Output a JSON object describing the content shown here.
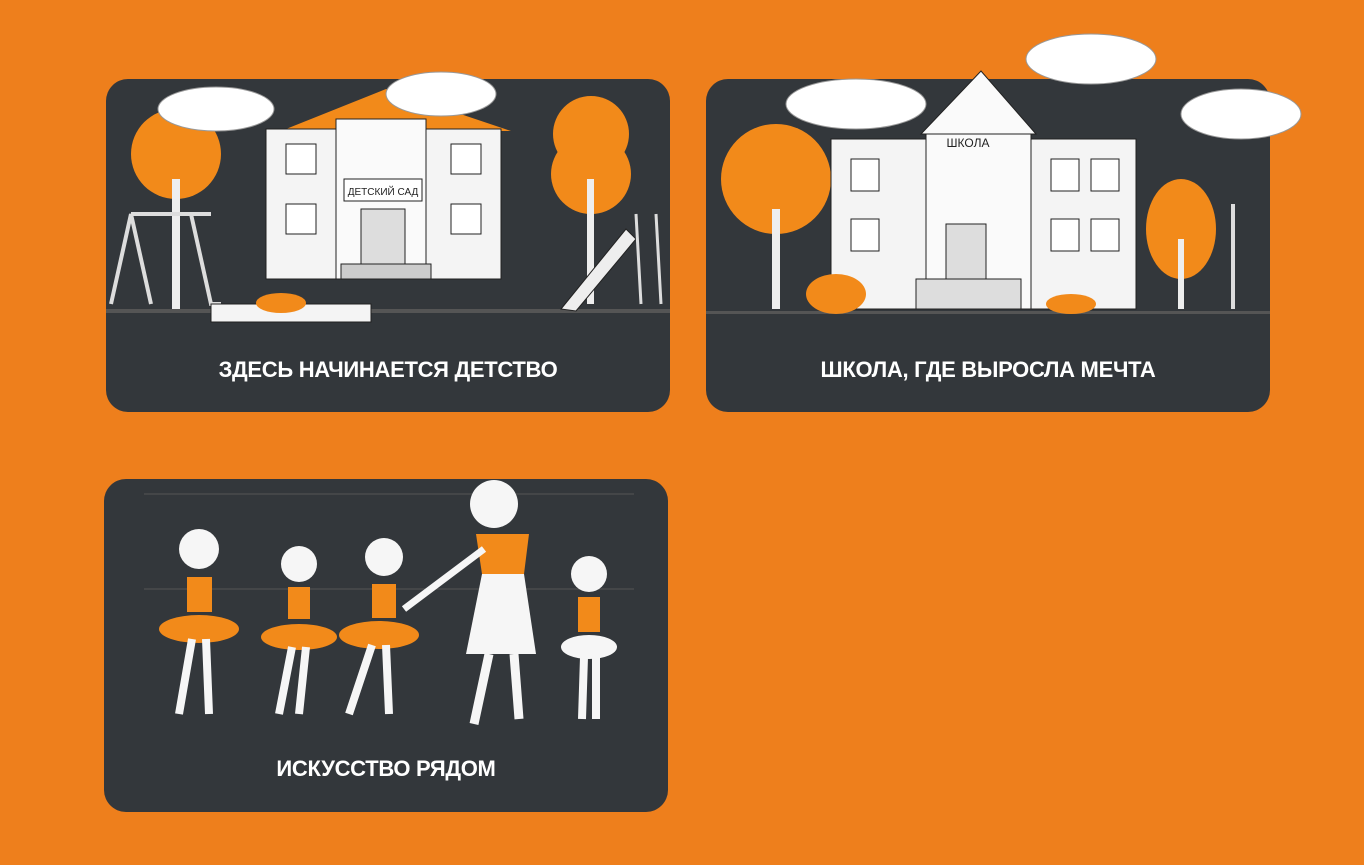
{
  "cards": [
    {
      "title": "ЗДЕСЬ НАЧИНАЕТСЯ ДЕТСТВО",
      "sign": "ДЕТСКИЙ САД"
    },
    {
      "title": "ШКОЛА, ГДЕ ВЫРОСЛА МЕЧТА",
      "sign": "ШКОЛА"
    },
    {
      "title": "ИСКУССТВО РЯДОМ"
    }
  ],
  "colors": {
    "background": "#ee7f1c",
    "card": "#33373b",
    "accent": "#f28a1a"
  }
}
